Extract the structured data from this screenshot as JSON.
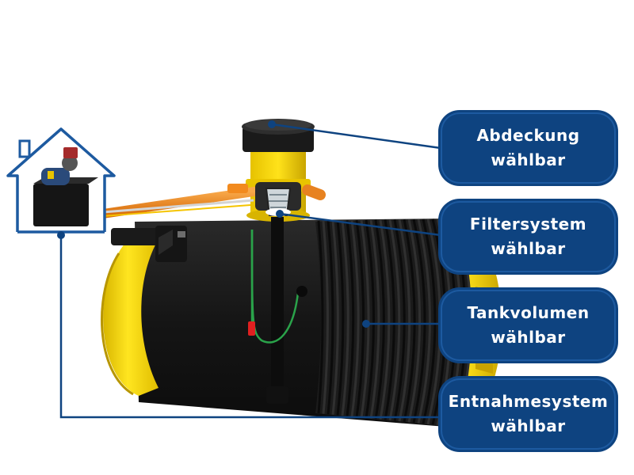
{
  "callouts": [
    {
      "line1": "Abdeckung",
      "line2": "wählbar"
    },
    {
      "line1": "Filtersystem",
      "line2": "wählbar"
    },
    {
      "line1": "Tankvolumen",
      "line2": "wählbar"
    },
    {
      "line1": "Entnahmesystem",
      "line2": "wählbar"
    }
  ],
  "colors": {
    "callout_bg": "#0e4380",
    "connector": "#0e4380",
    "tank_body": "#1c1c1c",
    "tank_caps": "#f5d60b",
    "pipe": "#f28a1e",
    "house_outline": "#1d5aa0"
  },
  "icons": [
    "house-outline-icon",
    "pump-unit-icon",
    "filter-basket-icon"
  ]
}
